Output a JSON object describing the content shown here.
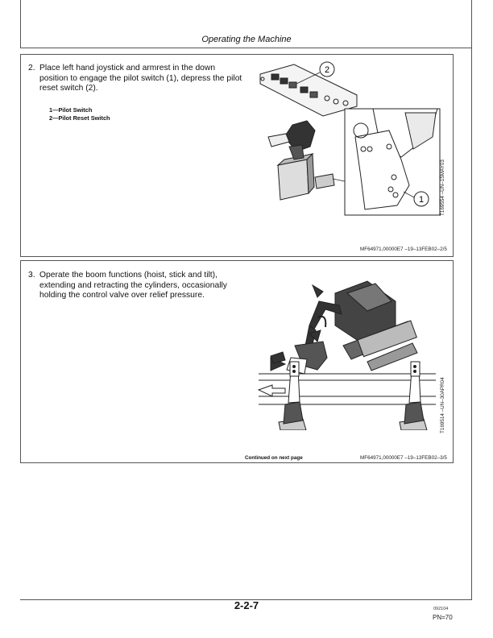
{
  "header": {
    "section_title": "Operating the Machine"
  },
  "steps": [
    {
      "number": "2.",
      "text": "Place left hand joystick and armrest in the down position to engage the pilot switch (1), depress the pilot reset switch (2).",
      "callouts": [
        "1—Pilot Switch",
        "2—Pilot Reset Switch"
      ],
      "callout_labels": [
        "1",
        "2"
      ],
      "figure_id": "T169554 –UN–15MAY03",
      "reference": "MF64971,00000E7 –19–13FEB02–2/5"
    },
    {
      "number": "3.",
      "text": "Operate the boom functions (hoist, stick and tilt), extending and retracting the cylinders, occasionally holding the control valve over relief pressure.",
      "figure_id": "T169514 –UN–30APR04",
      "continued": "Continued on next page",
      "reference": "MF64971,00000E7 –19–13FEB02–3/5"
    }
  ],
  "footer": {
    "page_number": "2-2-7",
    "code": "092104",
    "pn": "PN=70"
  }
}
